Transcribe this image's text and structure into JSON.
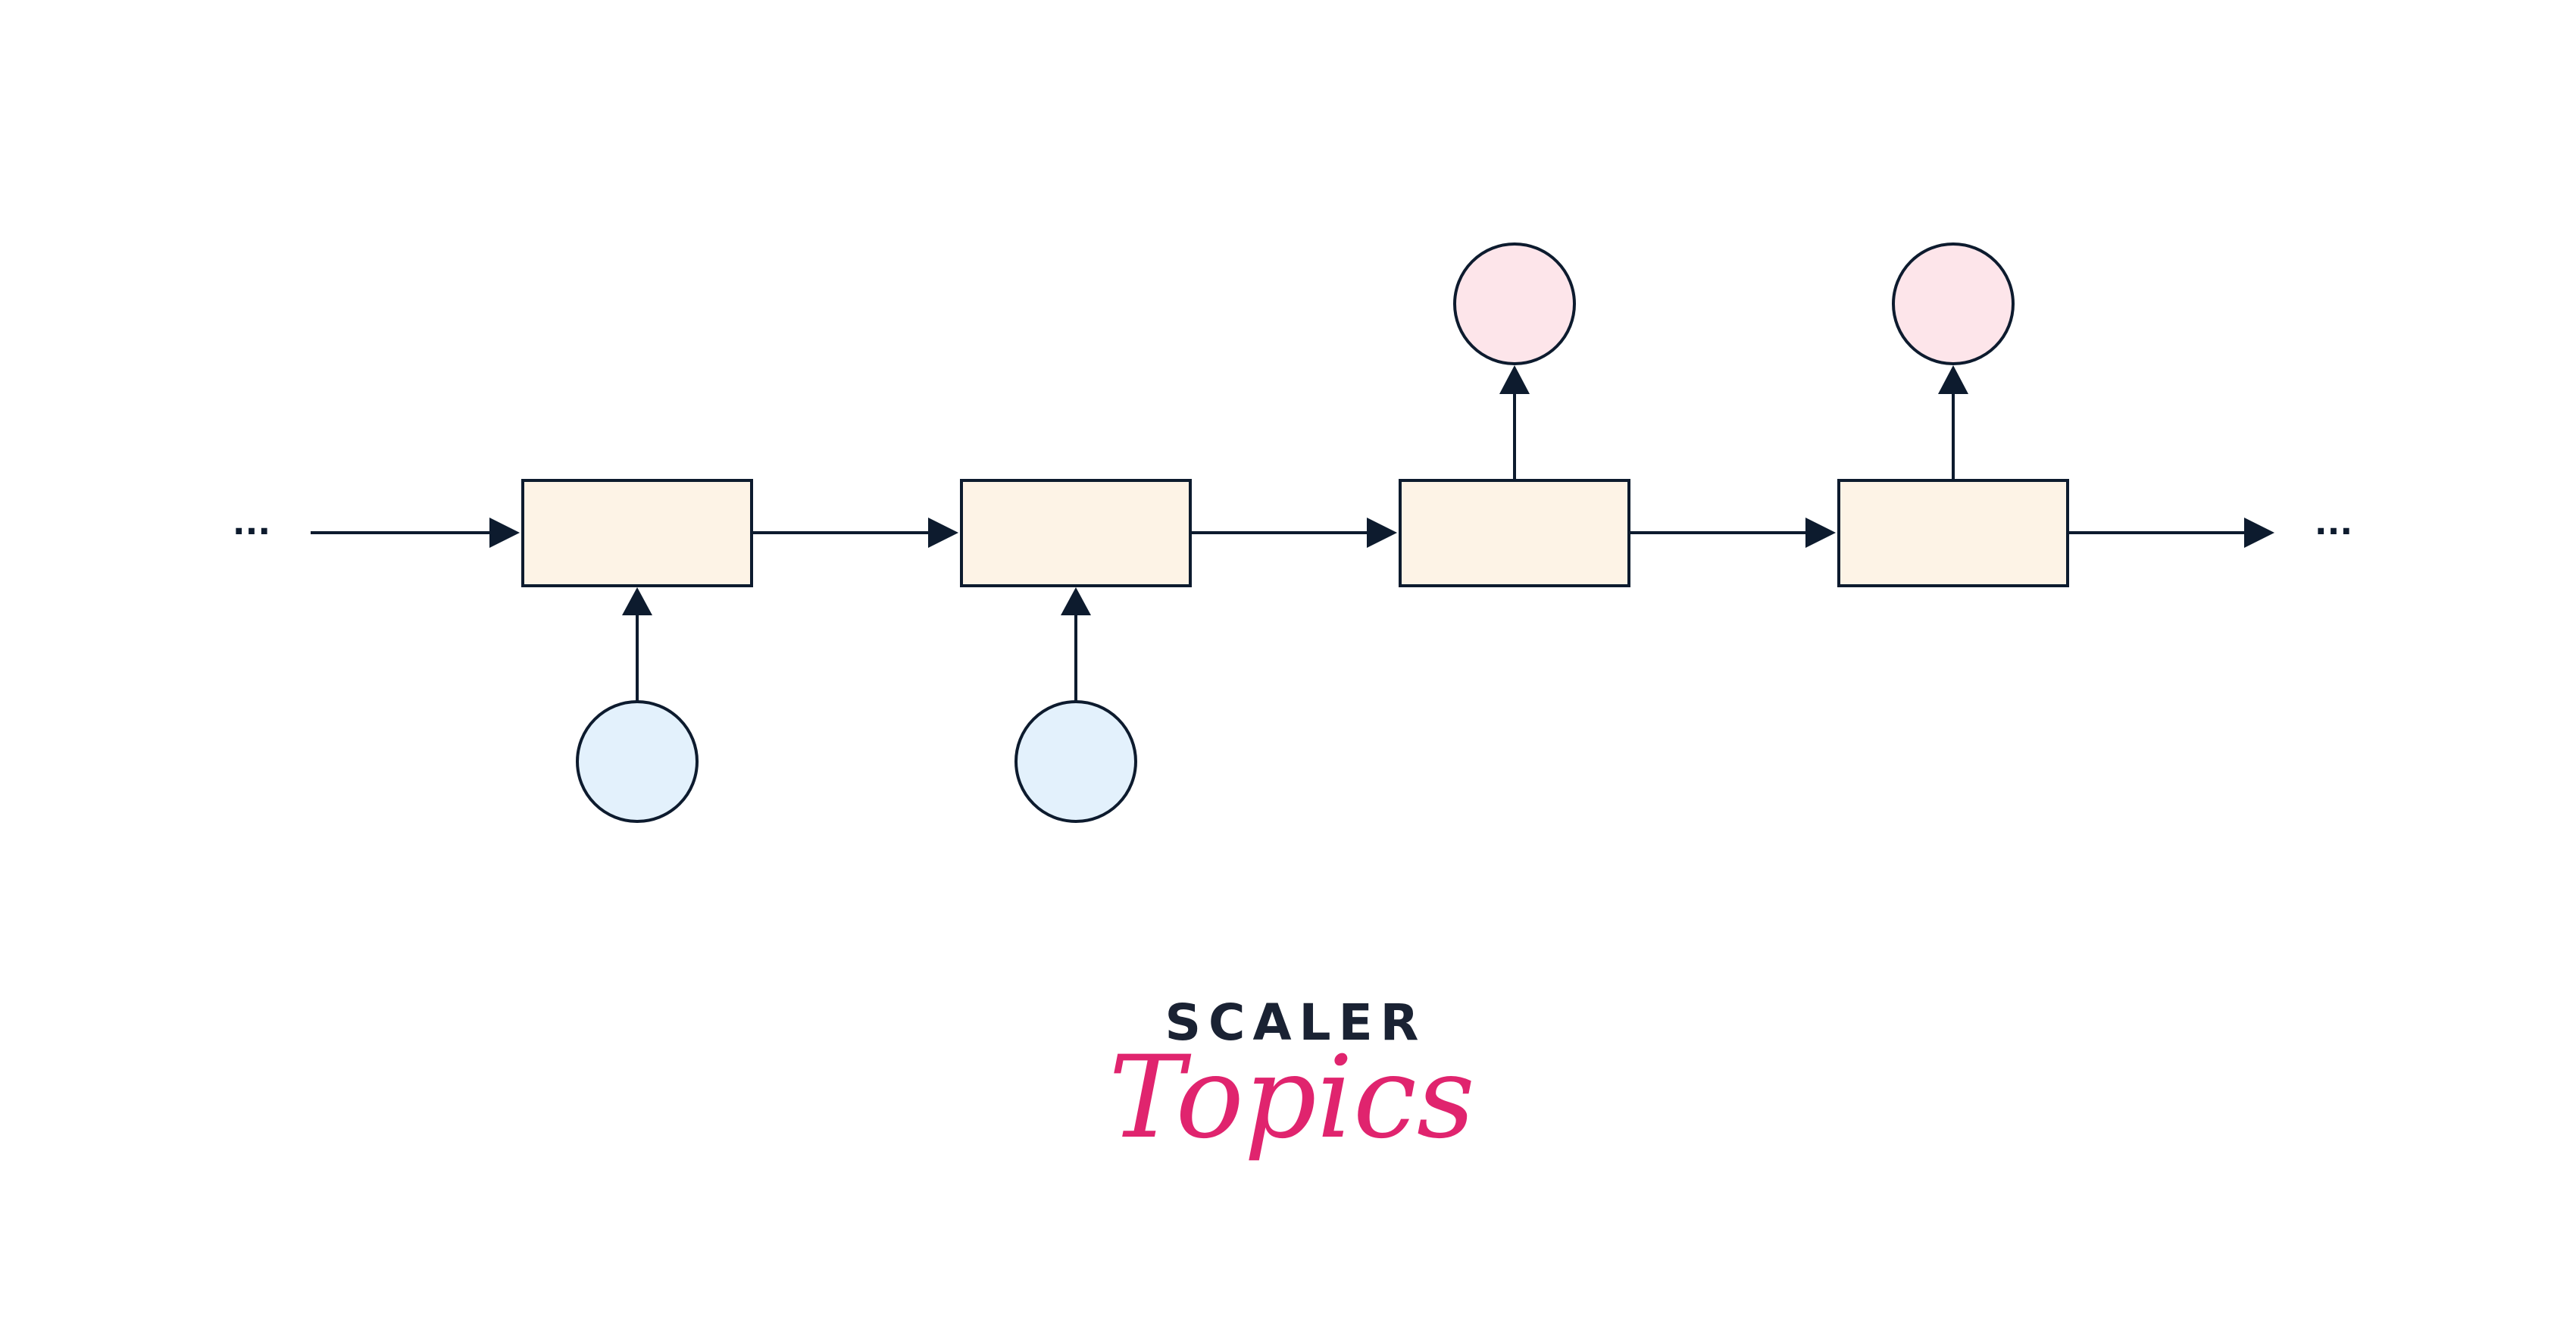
{
  "diagram": {
    "left_ellipsis": "...",
    "right_ellipsis": "...",
    "cells": [
      {
        "id": "cell-1",
        "input": true,
        "output": false
      },
      {
        "id": "cell-2",
        "input": true,
        "output": false
      },
      {
        "id": "cell-3",
        "input": false,
        "output": true
      },
      {
        "id": "cell-4",
        "input": false,
        "output": true
      }
    ]
  },
  "colors": {
    "stroke": "#0d1b2e",
    "cell_fill": "#fdf3e6",
    "input_fill": "#e3f1fc",
    "output_fill": "#fde5ea",
    "brand_pink": "#e0246e",
    "brand_dark": "#1a2233"
  },
  "logo": {
    "line1": "SCALER",
    "line2": "Topics"
  }
}
